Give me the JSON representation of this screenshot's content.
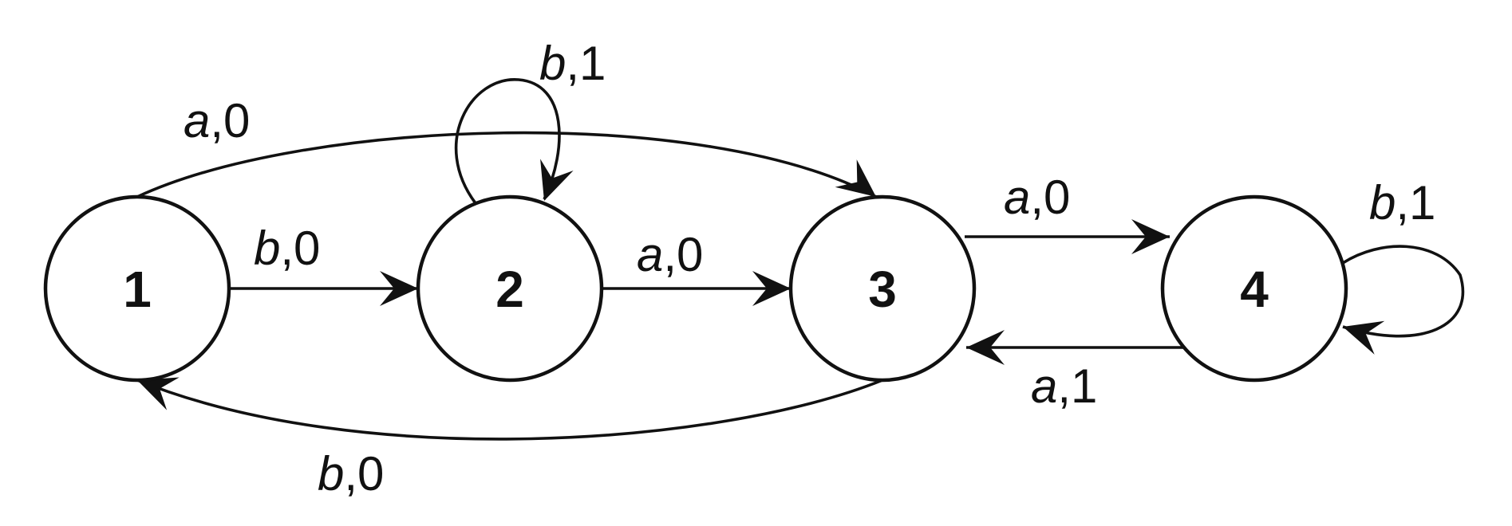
{
  "diagram": {
    "type": "state-transition-diagram",
    "colors": {
      "stroke": "#111111",
      "background": "#ffffff"
    },
    "states": [
      {
        "id": "1",
        "label": "1"
      },
      {
        "id": "2",
        "label": "2"
      },
      {
        "id": "3",
        "label": "3"
      },
      {
        "id": "4",
        "label": "4"
      }
    ],
    "transitions": [
      {
        "from": "1",
        "to": "3",
        "input": "a",
        "output": "0"
      },
      {
        "from": "1",
        "to": "2",
        "input": "b",
        "output": "0"
      },
      {
        "from": "2",
        "to": "2",
        "input": "b",
        "output": "1"
      },
      {
        "from": "2",
        "to": "3",
        "input": "a",
        "output": "0"
      },
      {
        "from": "3",
        "to": "4",
        "input": "a",
        "output": "0"
      },
      {
        "from": "3",
        "to": "1",
        "input": "b",
        "output": "0"
      },
      {
        "from": "4",
        "to": "4",
        "input": "b",
        "output": "1"
      },
      {
        "from": "4",
        "to": "3",
        "input": "a",
        "output": "1"
      }
    ]
  }
}
